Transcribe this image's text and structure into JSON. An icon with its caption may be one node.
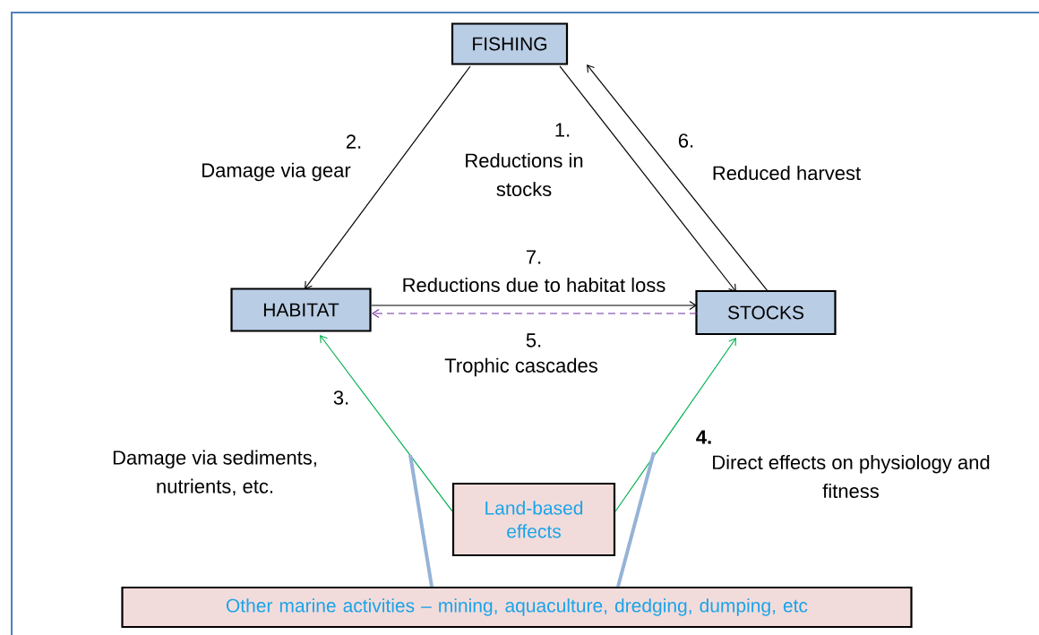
{
  "diagram": {
    "nodes": [
      {
        "text": [
          "FISHING"
        ]
      },
      {
        "text": [
          "HABITAT"
        ]
      },
      {
        "text": [
          "STOCKS"
        ]
      },
      {
        "text": [
          "Land-based effects"
        ]
      },
      {
        "text": [
          "Other marine activities – mining, aquaculture, dredging, dumping, etc"
        ]
      }
    ],
    "edges": [
      {
        "from": 0,
        "to": 2,
        "arrow": "to",
        "label": "Reductions in stocks"
      },
      {
        "from": 0,
        "to": 1,
        "arrow": "to",
        "label": "Damage via gear"
      },
      {
        "from": 2,
        "to": 0,
        "arrow": "to",
        "label": "Reduced harvest"
      },
      {
        "from": 1,
        "to": 2,
        "arrow": "to",
        "label": "Reductions due to habitat loss"
      },
      {
        "from": 2,
        "to": 1,
        "arrow": "to",
        "label": "Trophic cascades",
        "style": "dashed",
        "color": "#7030a0"
      },
      {
        "from": 3,
        "to": 1,
        "arrow": "to",
        "label": "Damage via sediments, nutrients, etc.",
        "color": "#00b050"
      },
      {
        "from": 3,
        "to": 2,
        "arrow": "to",
        "label": "Direct effects on physiology and fitness",
        "color": "#00b050"
      },
      {
        "from": 4,
        "to": null,
        "arrow": "none",
        "style": "thick",
        "color": "#95b3d7"
      },
      {
        "from": 4,
        "to": null,
        "arrow": "none",
        "style": "thick",
        "color": "#95b3d7"
      }
    ],
    "labels": [
      "1.",
      "2.",
      "6.",
      "7.",
      "5.",
      "3.",
      "4."
    ]
  }
}
